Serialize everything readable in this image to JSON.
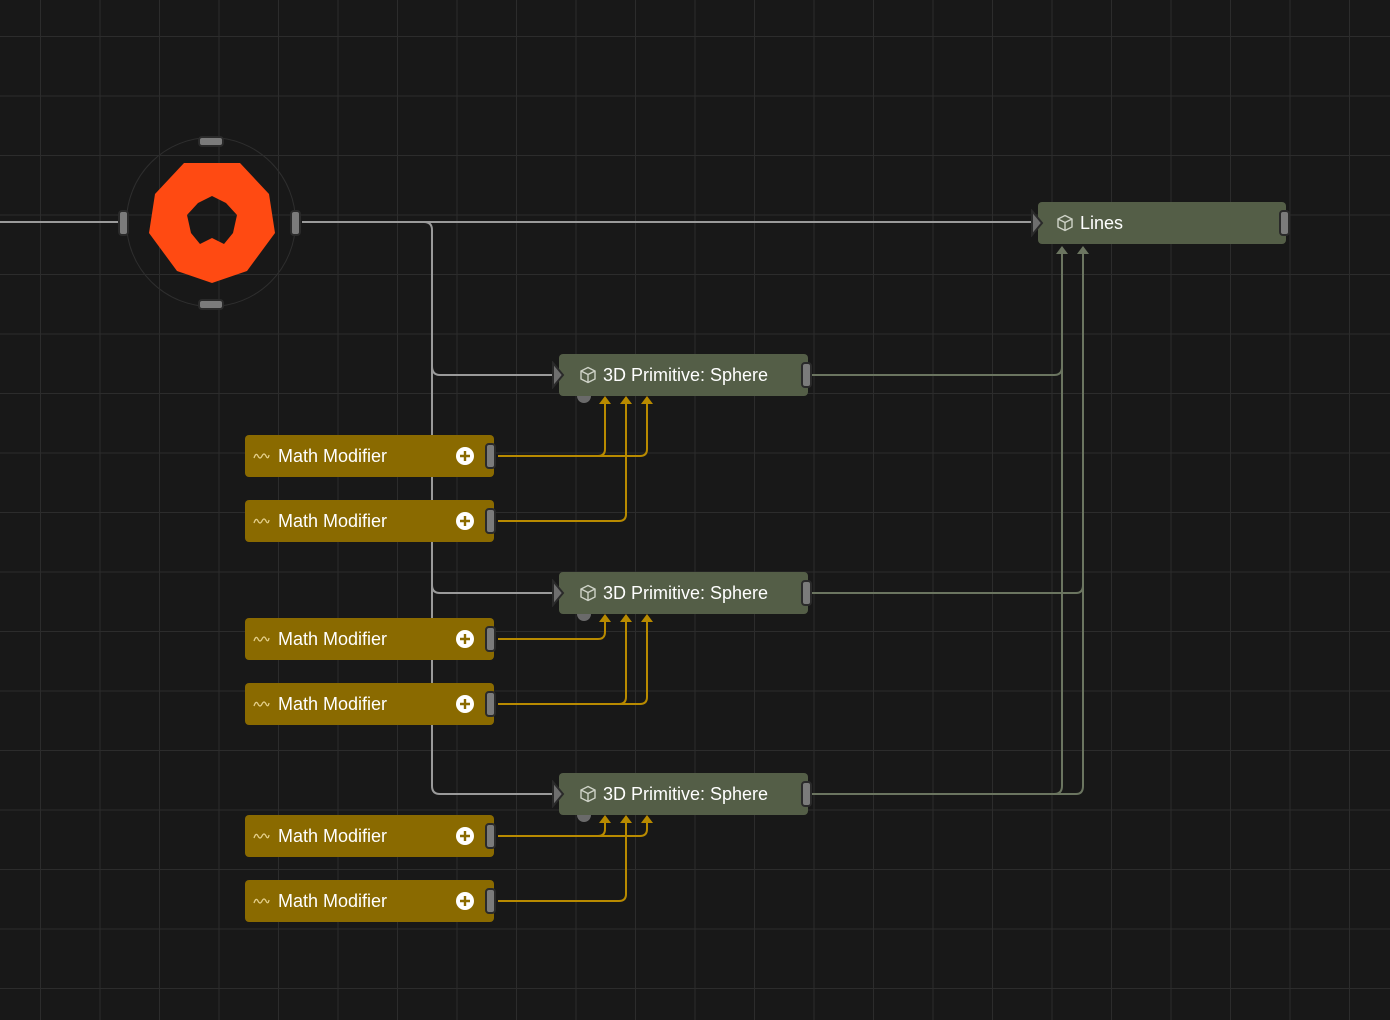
{
  "graph": {
    "colors": {
      "background": "#181818",
      "grid": "#2c2c2c",
      "object_node": "#545e47",
      "modifier_node": "#8a6a00",
      "logo": "#ff4a12",
      "wire_main": "#9a9a9a",
      "wire_object": "#6b7560",
      "wire_modifier": "#b88a00"
    },
    "root": {
      "icon": "logo-icon"
    },
    "lines_node": {
      "label": "Lines",
      "icon": "cube-icon"
    },
    "spheres": [
      {
        "label": "3D Primitive: Sphere",
        "icon": "cube-icon"
      },
      {
        "label": "3D Primitive: Sphere",
        "icon": "cube-icon"
      },
      {
        "label": "3D Primitive: Sphere",
        "icon": "cube-icon"
      }
    ],
    "modifiers": [
      {
        "label": "Math Modifier",
        "icon": "wave-icon",
        "action_icon": "plus-circle-icon"
      },
      {
        "label": "Math Modifier",
        "icon": "wave-icon",
        "action_icon": "plus-circle-icon"
      },
      {
        "label": "Math Modifier",
        "icon": "wave-icon",
        "action_icon": "plus-circle-icon"
      },
      {
        "label": "Math Modifier",
        "icon": "wave-icon",
        "action_icon": "plus-circle-icon"
      },
      {
        "label": "Math Modifier",
        "icon": "wave-icon",
        "action_icon": "plus-circle-icon"
      },
      {
        "label": "Math Modifier",
        "icon": "wave-icon",
        "action_icon": "plus-circle-icon"
      }
    ]
  }
}
